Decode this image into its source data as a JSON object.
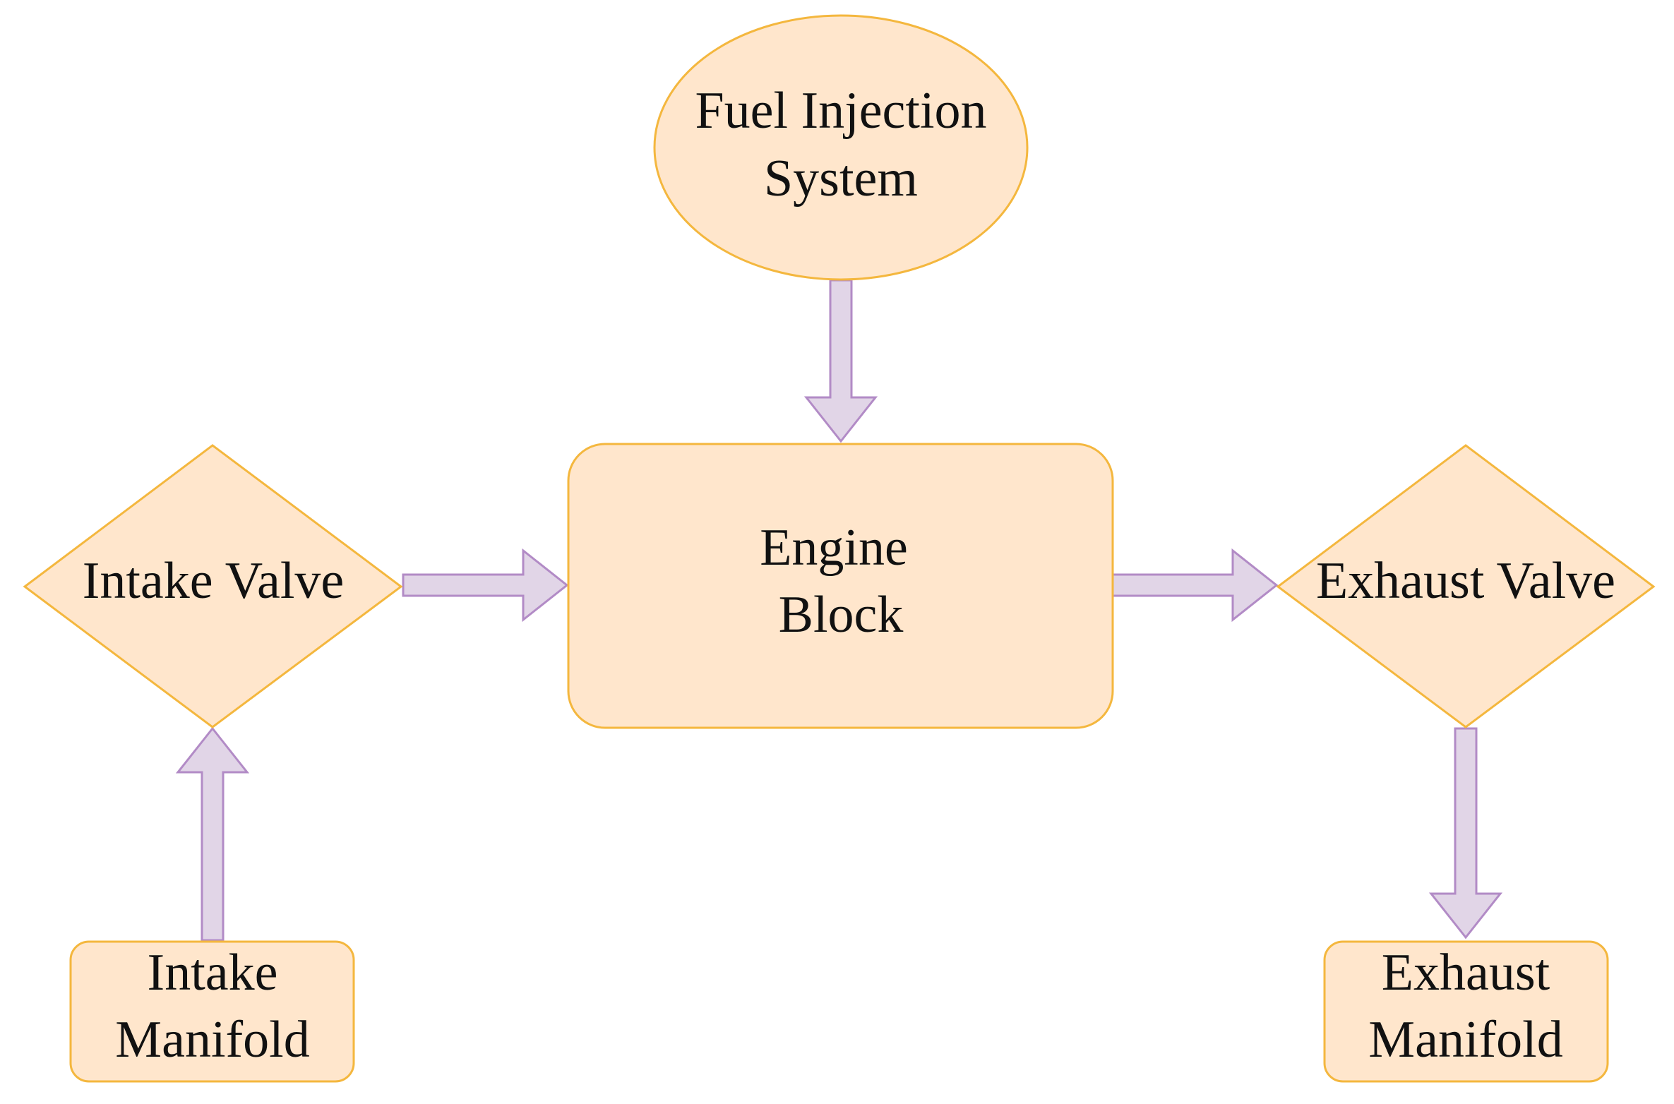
{
  "diagram": {
    "colors": {
      "node_fill": "#ffe6cc",
      "node_stroke": "#f4b73e",
      "arrow_fill": "#e1d5e7",
      "arrow_stroke": "#b28bc6",
      "text": "#111111"
    },
    "nodes": {
      "fuel_injection": {
        "shape": "ellipse",
        "lines": [
          "Fuel Injection",
          "System"
        ]
      },
      "engine_block": {
        "shape": "rounded-rectangle",
        "lines": [
          "Engine",
          "Block"
        ]
      },
      "intake_valve": {
        "shape": "diamond",
        "lines": [
          "Intake Valve"
        ]
      },
      "exhaust_valve": {
        "shape": "diamond",
        "lines": [
          "Exhaust Valve"
        ]
      },
      "intake_manifold": {
        "shape": "rounded-rectangle",
        "lines": [
          "Intake",
          "Manifold"
        ]
      },
      "exhaust_manifold": {
        "shape": "rounded-rectangle",
        "lines": [
          "Exhaust",
          "Manifold"
        ]
      }
    },
    "edges": [
      {
        "from": "fuel_injection",
        "to": "engine_block",
        "style": "block-arrow"
      },
      {
        "from": "intake_valve",
        "to": "engine_block",
        "style": "block-arrow"
      },
      {
        "from": "engine_block",
        "to": "exhaust_valve",
        "style": "block-arrow"
      },
      {
        "from": "intake_manifold",
        "to": "intake_valve",
        "style": "block-arrow"
      },
      {
        "from": "exhaust_valve",
        "to": "exhaust_manifold",
        "style": "block-arrow"
      }
    ]
  }
}
